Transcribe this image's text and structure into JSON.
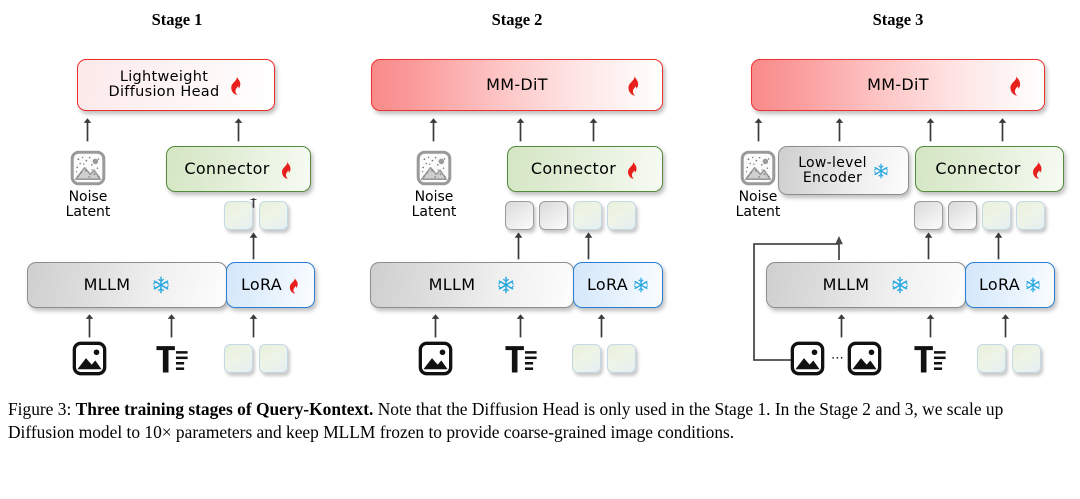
{
  "figure": {
    "caption_prefix": "Figure 3:",
    "caption_bold": "Three training stages of Query-Kontext.",
    "caption_rest": " Note that the Diffusion Head is only used in the Stage 1. In the Stage 2 and 3, we scale up Diffusion model to 10× parameters and keep MLLM frozen to provide coarse-grained image conditions."
  },
  "colors": {
    "fire_red": "#e8201c",
    "snow_blue": "#29a8e0",
    "mmdit_red": "#f98a8a",
    "connector_green": "#d4e6c3",
    "lora_blue": "#d3e6f9",
    "mllm_gray": "#cfcfcf",
    "token_green": "#e7f0db",
    "token_gray": "#d9d9d9"
  },
  "stages": [
    {
      "id": "stage-1",
      "title": "Stage 1",
      "top_module": {
        "label": "Lightweight\nDiffusion Head",
        "line1": "Lightweight",
        "line2": "Diffusion Head",
        "state": "trainable",
        "state_icon": "fire-icon"
      },
      "noise": {
        "icon": "noise-latent-icon",
        "line1": "Noise",
        "line2": "Latent"
      },
      "connector": {
        "label": "Connector",
        "state": "trainable",
        "state_icon": "fire-icon"
      },
      "low_level_encoder": null,
      "mid_tokens": [
        "green",
        "green"
      ],
      "backbone": {
        "mllm": {
          "label": "MLLM",
          "state": "frozen",
          "state_icon": "snowflake-icon"
        },
        "lora": {
          "label": "LoRA",
          "state": "trainable",
          "state_icon": "fire-icon"
        }
      },
      "inputs": {
        "images": [
          "image-icon"
        ],
        "image_ellipsis": false,
        "text": "text-icon",
        "query_tokens": [
          "green",
          "green"
        ]
      }
    },
    {
      "id": "stage-2",
      "title": "Stage 2",
      "top_module": {
        "label": "MM-DiT",
        "line1": "MM-DiT",
        "line2": "",
        "state": "trainable",
        "state_icon": "fire-icon"
      },
      "noise": {
        "icon": "noise-latent-icon",
        "line1": "Noise",
        "line2": "Latent"
      },
      "connector": {
        "label": "Connector",
        "state": "trainable",
        "state_icon": "fire-icon"
      },
      "low_level_encoder": null,
      "mid_tokens": [
        "gray",
        "gray",
        "green",
        "green"
      ],
      "backbone": {
        "mllm": {
          "label": "MLLM",
          "state": "frozen",
          "state_icon": "snowflake-icon"
        },
        "lora": {
          "label": "LoRA",
          "state": "frozen",
          "state_icon": "snowflake-icon"
        }
      },
      "inputs": {
        "images": [
          "image-icon"
        ],
        "image_ellipsis": false,
        "text": "text-icon",
        "query_tokens": [
          "green",
          "green"
        ]
      }
    },
    {
      "id": "stage-3",
      "title": "Stage 3",
      "top_module": {
        "label": "MM-DiT",
        "line1": "MM-DiT",
        "line2": "",
        "state": "trainable",
        "state_icon": "fire-icon"
      },
      "noise": {
        "icon": "noise-latent-icon",
        "line1": "Noise",
        "line2": "Latent"
      },
      "connector": {
        "label": "Connector",
        "state": "trainable",
        "state_icon": "fire-icon"
      },
      "low_level_encoder": {
        "line1": "Low-level",
        "line2": "Encoder",
        "state": "frozen",
        "state_icon": "snowflake-icon"
      },
      "mid_tokens": [
        "gray",
        "gray",
        "green",
        "green"
      ],
      "backbone": {
        "mllm": {
          "label": "MLLM",
          "state": "frozen",
          "state_icon": "snowflake-icon"
        },
        "lora": {
          "label": "LoRA",
          "state": "frozen",
          "state_icon": "snowflake-icon"
        }
      },
      "inputs": {
        "images": [
          "image-icon",
          "image-icon"
        ],
        "image_ellipsis": true,
        "ellipsis": "⋯",
        "text": "text-icon",
        "query_tokens": [
          "green",
          "green"
        ]
      }
    }
  ]
}
